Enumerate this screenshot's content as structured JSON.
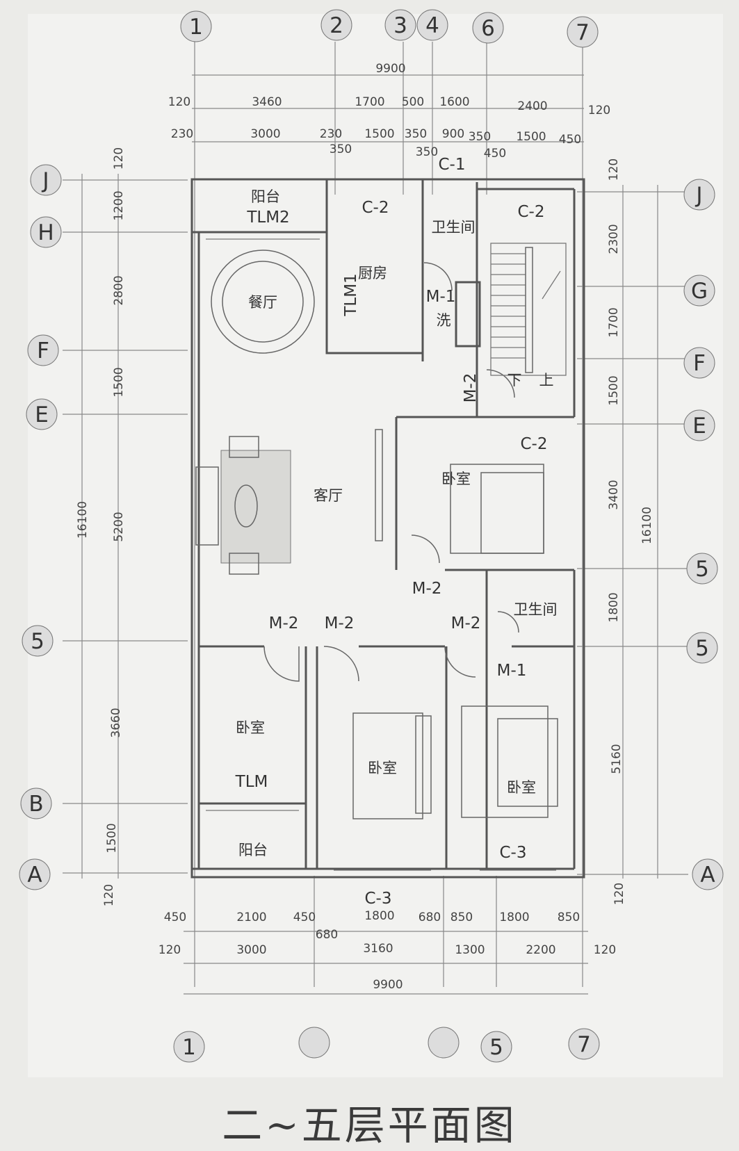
{
  "title": "二~五层平面图",
  "axes": {
    "top": [
      "1",
      "2",
      "3",
      "4",
      "6",
      "7"
    ],
    "bottom": [
      "1",
      "",
      "",
      "5",
      "7"
    ],
    "left": [
      "J",
      "H",
      "F",
      "E",
      "5",
      "B",
      "A"
    ],
    "right": [
      "J",
      "G",
      "F",
      "E",
      "5",
      "5",
      "A"
    ]
  },
  "dims_top": {
    "total": "9900",
    "row2": [
      "120",
      "3460",
      "1700",
      "500",
      "1600",
      "2400",
      "120"
    ],
    "row3": [
      "230",
      "3000",
      "230",
      "1500",
      "350",
      "900",
      "350",
      "1500",
      "450"
    ],
    "row3b": [
      "350",
      "350",
      "450"
    ]
  },
  "dims_bottom": {
    "row1": [
      "450",
      "2100",
      "450",
      "1800",
      "680",
      "850",
      "1800",
      "850"
    ],
    "row1b": "680",
    "row2": [
      "120",
      "3000",
      "3160",
      "1300",
      "2200",
      "120"
    ],
    "total": "9900"
  },
  "dims_left": {
    "total": "16100",
    "parts": [
      "120",
      "1200",
      "2800",
      "1500",
      "5200",
      "3660",
      "1500",
      "120"
    ]
  },
  "dims_right": {
    "total": "16100",
    "parts": [
      "120",
      "2300",
      "1700",
      "1500",
      "3400",
      "1800",
      "5160",
      "120"
    ]
  },
  "rooms": {
    "balcony_top": "阳台",
    "tlm2": "TLM2",
    "dining": "餐厅",
    "kitchen": "厨房",
    "tlm1": "TLM1",
    "bath_top": "卫生间",
    "wash": "洗",
    "stair_down": "下",
    "stair_up": "上",
    "living": "客厅",
    "bed_mid": "卧室",
    "bath_mid": "卫生间",
    "bed_left": "卧室",
    "tlm": "TLM",
    "balcony_bottom": "阳台",
    "bed_center": "卧室",
    "bed_right": "卧室"
  },
  "codes": {
    "c1": "C-1",
    "c2_kitchen": "C-2",
    "c2_stair": "C-2",
    "c2_bed": "C-2",
    "c3_right": "C-3",
    "c3_bottom": "C-3",
    "m1_bath": "M-1",
    "m1_bed": "M-1",
    "m2_stair": "M-2",
    "m2_living": "M-2",
    "m2_bath": "M-2",
    "m2_left": "M-2",
    "m2_center": "M-2"
  }
}
